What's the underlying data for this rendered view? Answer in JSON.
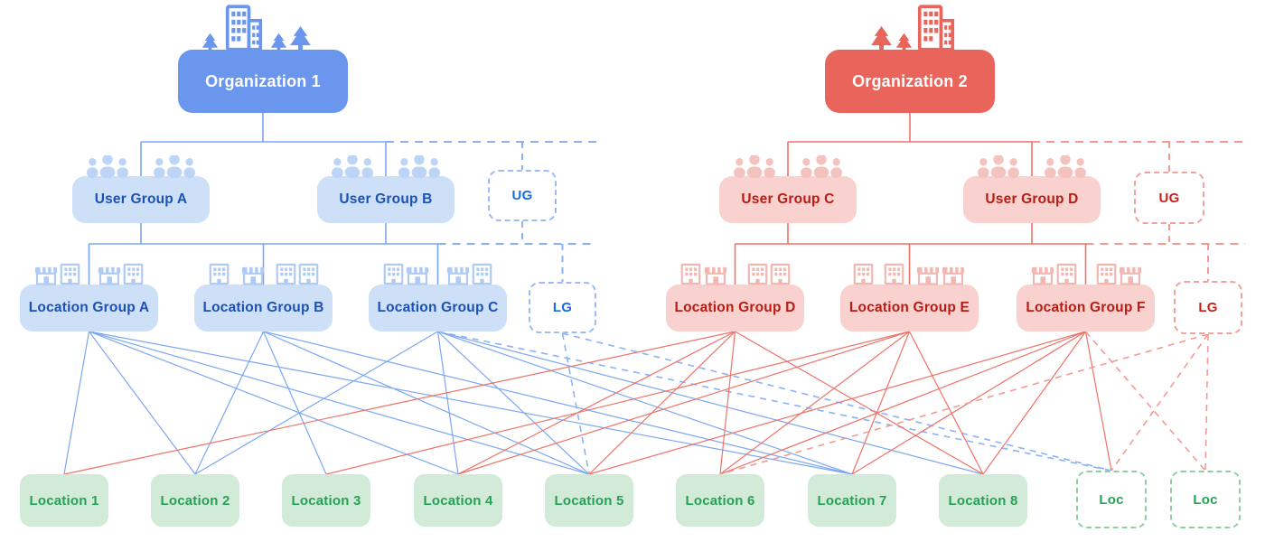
{
  "org1": {
    "label": "Organization 1"
  },
  "org2": {
    "label": "Organization 2"
  },
  "user_groups": {
    "a": "User Group A",
    "b": "User Group B",
    "c": "User Group C",
    "d": "User Group D"
  },
  "location_groups": {
    "a": "Location Group A",
    "b": "Location Group B",
    "c": "Location Group C",
    "d": "Location Group D",
    "e": "Location Group E",
    "f": "Location Group F"
  },
  "locations": [
    "Location 1",
    "Location 2",
    "Location 3",
    "Location 4",
    "Location 5",
    "Location 6",
    "Location 7",
    "Location 8"
  ],
  "placeholders": {
    "user_group": "UG",
    "location_group": "LG",
    "location": "Loc"
  },
  "colors": {
    "blue": "#6B96EE",
    "blue_light": "#CDE0F7",
    "blue_text": "#1B51B5",
    "blue_line": "#7BA7F2",
    "blue_dash": "#8AB2F5",
    "red": "#E9655C",
    "red_light": "#F9D2CF",
    "red_text": "#BA1B12",
    "red_line": "#EE7268",
    "red_dash": "#F29B92",
    "green_light": "#D2EAD8",
    "green_text": "#27A155",
    "green_border": "#90CFA5"
  },
  "diagram": {
    "buses": [
      {
        "c": "blue",
        "busY": 157,
        "tailX": 663,
        "parents": [
          "org1"
        ],
        "parentsDashed": [],
        "children": [
          "uga",
          "ugb"
        ],
        "childrenDashed": [
          "ugph1"
        ]
      },
      {
        "c": "blue",
        "busY": 270,
        "tailX": 660,
        "parents": [
          "uga",
          "ugb"
        ],
        "parentsDashed": [
          "ugph1"
        ],
        "children": [
          "lga",
          "lgb",
          "lgc"
        ],
        "childrenDashed": [
          "lgph1"
        ]
      },
      {
        "c": "red",
        "busY": 157,
        "tailX": 1378,
        "parents": [
          "org2"
        ],
        "parentsDashed": [],
        "children": [
          "ugc",
          "ugd"
        ],
        "childrenDashed": [
          "ugph2"
        ]
      },
      {
        "c": "red",
        "busY": 270,
        "tailX": 1378,
        "parents": [
          "ugc",
          "ugd"
        ],
        "parentsDashed": [
          "ugph2"
        ],
        "children": [
          "lgd",
          "lge",
          "lgf"
        ],
        "childrenDashed": [
          "lgph2"
        ]
      }
    ],
    "edges": [
      {
        "from": "lga",
        "to": "loc1",
        "c": "blue",
        "d": 0
      },
      {
        "from": "lga",
        "to": "loc2",
        "c": "blue",
        "d": 0
      },
      {
        "from": "lga",
        "to": "loc4",
        "c": "blue",
        "d": 0
      },
      {
        "from": "lga",
        "to": "loc5",
        "c": "blue",
        "d": 0
      },
      {
        "from": "lga",
        "to": "loc7",
        "c": "blue",
        "d": 0
      },
      {
        "from": "lgb",
        "to": "loc2",
        "c": "blue",
        "d": 0
      },
      {
        "from": "lgb",
        "to": "loc3",
        "c": "blue",
        "d": 0
      },
      {
        "from": "lgb",
        "to": "loc5",
        "c": "blue",
        "d": 0
      },
      {
        "from": "lgb",
        "to": "loc7",
        "c": "blue",
        "d": 0
      },
      {
        "from": "lgc",
        "to": "loc2",
        "c": "blue",
        "d": 0
      },
      {
        "from": "lgc",
        "to": "loc4",
        "c": "blue",
        "d": 0
      },
      {
        "from": "lgc",
        "to": "loc5",
        "c": "blue",
        "d": 0
      },
      {
        "from": "lgc",
        "to": "loc7",
        "c": "blue",
        "d": 0
      },
      {
        "from": "lgc",
        "to": "loc8",
        "c": "blue",
        "d": 0
      },
      {
        "from": "lgph1",
        "to": "loc5",
        "c": "blue",
        "d": 1
      },
      {
        "from": "lgph1",
        "to": "locph1",
        "c": "blue",
        "d": 1
      },
      {
        "from": "lgc",
        "to": "locph1",
        "c": "blue",
        "d": 1
      },
      {
        "from": "lgd",
        "to": "loc1",
        "c": "red",
        "d": 0
      },
      {
        "from": "lgd",
        "to": "loc4",
        "c": "red",
        "d": 0
      },
      {
        "from": "lgd",
        "to": "loc5",
        "c": "red",
        "d": 0
      },
      {
        "from": "lgd",
        "to": "loc6",
        "c": "red",
        "d": 0
      },
      {
        "from": "lgd",
        "to": "loc8",
        "c": "red",
        "d": 0
      },
      {
        "from": "lge",
        "to": "loc3",
        "c": "red",
        "d": 0
      },
      {
        "from": "lge",
        "to": "loc4",
        "c": "red",
        "d": 0
      },
      {
        "from": "lge",
        "to": "loc6",
        "c": "red",
        "d": 0
      },
      {
        "from": "lge",
        "to": "loc7",
        "c": "red",
        "d": 0
      },
      {
        "from": "lge",
        "to": "loc8",
        "c": "red",
        "d": 0
      },
      {
        "from": "lgf",
        "to": "loc5",
        "c": "red",
        "d": 0
      },
      {
        "from": "lgf",
        "to": "loc6",
        "c": "red",
        "d": 0
      },
      {
        "from": "lgf",
        "to": "loc7",
        "c": "red",
        "d": 0
      },
      {
        "from": "lgf",
        "to": "loc8",
        "c": "red",
        "d": 0
      },
      {
        "from": "lgf",
        "to": "locph1",
        "c": "red",
        "d": 0
      },
      {
        "from": "lgf",
        "to": "locph2",
        "c": "red",
        "d": 1
      },
      {
        "from": "lgph2",
        "to": "locph2",
        "c": "red",
        "d": 1
      },
      {
        "from": "lgph2",
        "to": "locph1",
        "c": "red",
        "d": 1
      },
      {
        "from": "lgph2",
        "to": "loc6",
        "c": "red",
        "d": 1
      }
    ]
  }
}
